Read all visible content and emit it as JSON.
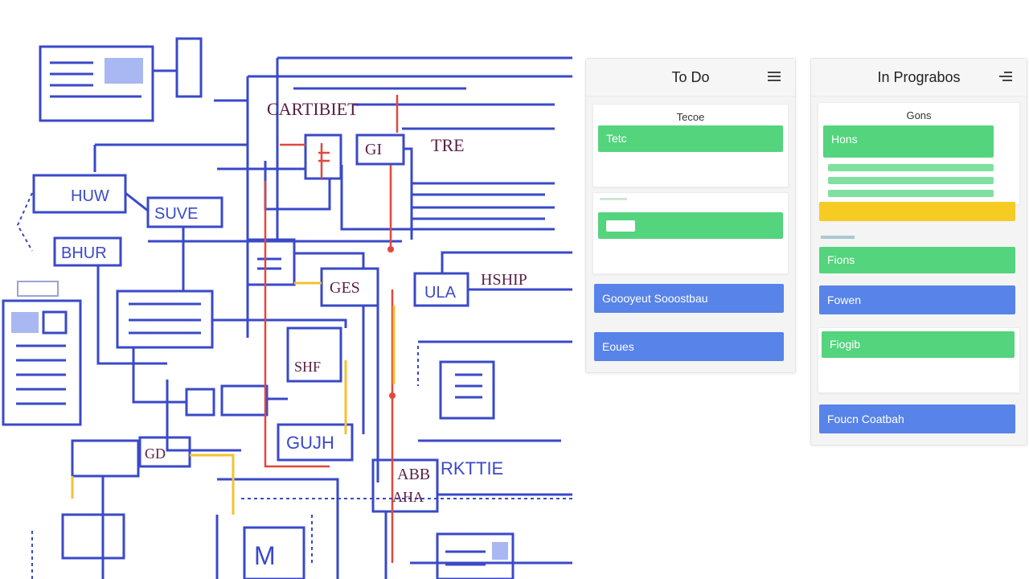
{
  "diagram": {
    "labels": {
      "top_title": "CARTIBIET",
      "box_1": "GI",
      "box_1b": "TRE",
      "box_left_1": "HUW",
      "box_left_2": "BHUR",
      "box_mid_1": "SUVE",
      "box_mid_2": "GES",
      "box_mid_3": "ULA",
      "right_1": "HSHIP",
      "box_low_1": "GUJH",
      "box_low_2": "ABB",
      "right_2": "RKTTIE",
      "box_low_3": "AHA",
      "box_low_4": "SHF",
      "box_low_5": "GD",
      "box_bottom": "M"
    }
  },
  "board": {
    "columns": [
      {
        "title": "To Do",
        "menu_icon": "hamburger-icon",
        "card1_title": "Tecoe",
        "card1_bar": "Tetc",
        "card2_bar": "",
        "bar_blue_1": "Goooyeut Sooostbau",
        "bar_blue_2": "Eoues"
      },
      {
        "title": "In Prograbos",
        "menu_icon": "sort-menu-icon",
        "card1_title": "Gons",
        "card1_bar": "Hons",
        "bar_yellow": "",
        "bar_green_2": "Fions",
        "bar_blue_1": "Fowen",
        "card3_bar": "Fiogib",
        "bar_blue_2": "Foucn Coatbah"
      }
    ]
  },
  "colors": {
    "diagram_blue": "#3a49c9",
    "diagram_red": "#e0483a",
    "diagram_yellow": "#f2c230",
    "card_green": "#53d47d",
    "card_blue": "#5883e8",
    "card_yellow": "#f6cc24"
  }
}
